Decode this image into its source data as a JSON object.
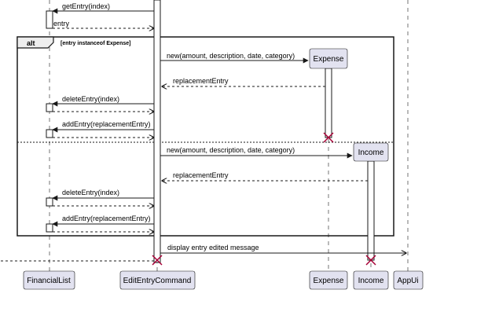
{
  "diagram_type": "sequence",
  "participants": [
    {
      "id": "financiallist",
      "label": "FinancialList"
    },
    {
      "id": "editentrycommand",
      "label": "EditEntryCommand"
    },
    {
      "id": "expense",
      "label": "Expense"
    },
    {
      "id": "income",
      "label": "Income"
    },
    {
      "id": "appui",
      "label": "AppUi"
    }
  ],
  "messages": {
    "get_entry": "getEntry(index)",
    "entry_return": "entry",
    "new_expense": "new(amount, description, date, category)",
    "replacement_expense": "replacementEntry",
    "delete_entry_1": "deleteEntry(index)",
    "add_entry_1": "addEntry(replacementEntry)",
    "new_income": "new(amount, description, date, category)",
    "replacement_income": "replacementEntry",
    "delete_entry_2": "deleteEntry(index)",
    "add_entry_2": "addEntry(replacementEntry)",
    "display_message": "display entry edited message"
  },
  "fragment": {
    "operator": "alt",
    "guard": "[entry instanceof Expense]"
  },
  "colors": {
    "participant_fill": "#e2e2f0",
    "participant_border": "#181818",
    "line": "#181818",
    "destroy": "#a80036"
  }
}
